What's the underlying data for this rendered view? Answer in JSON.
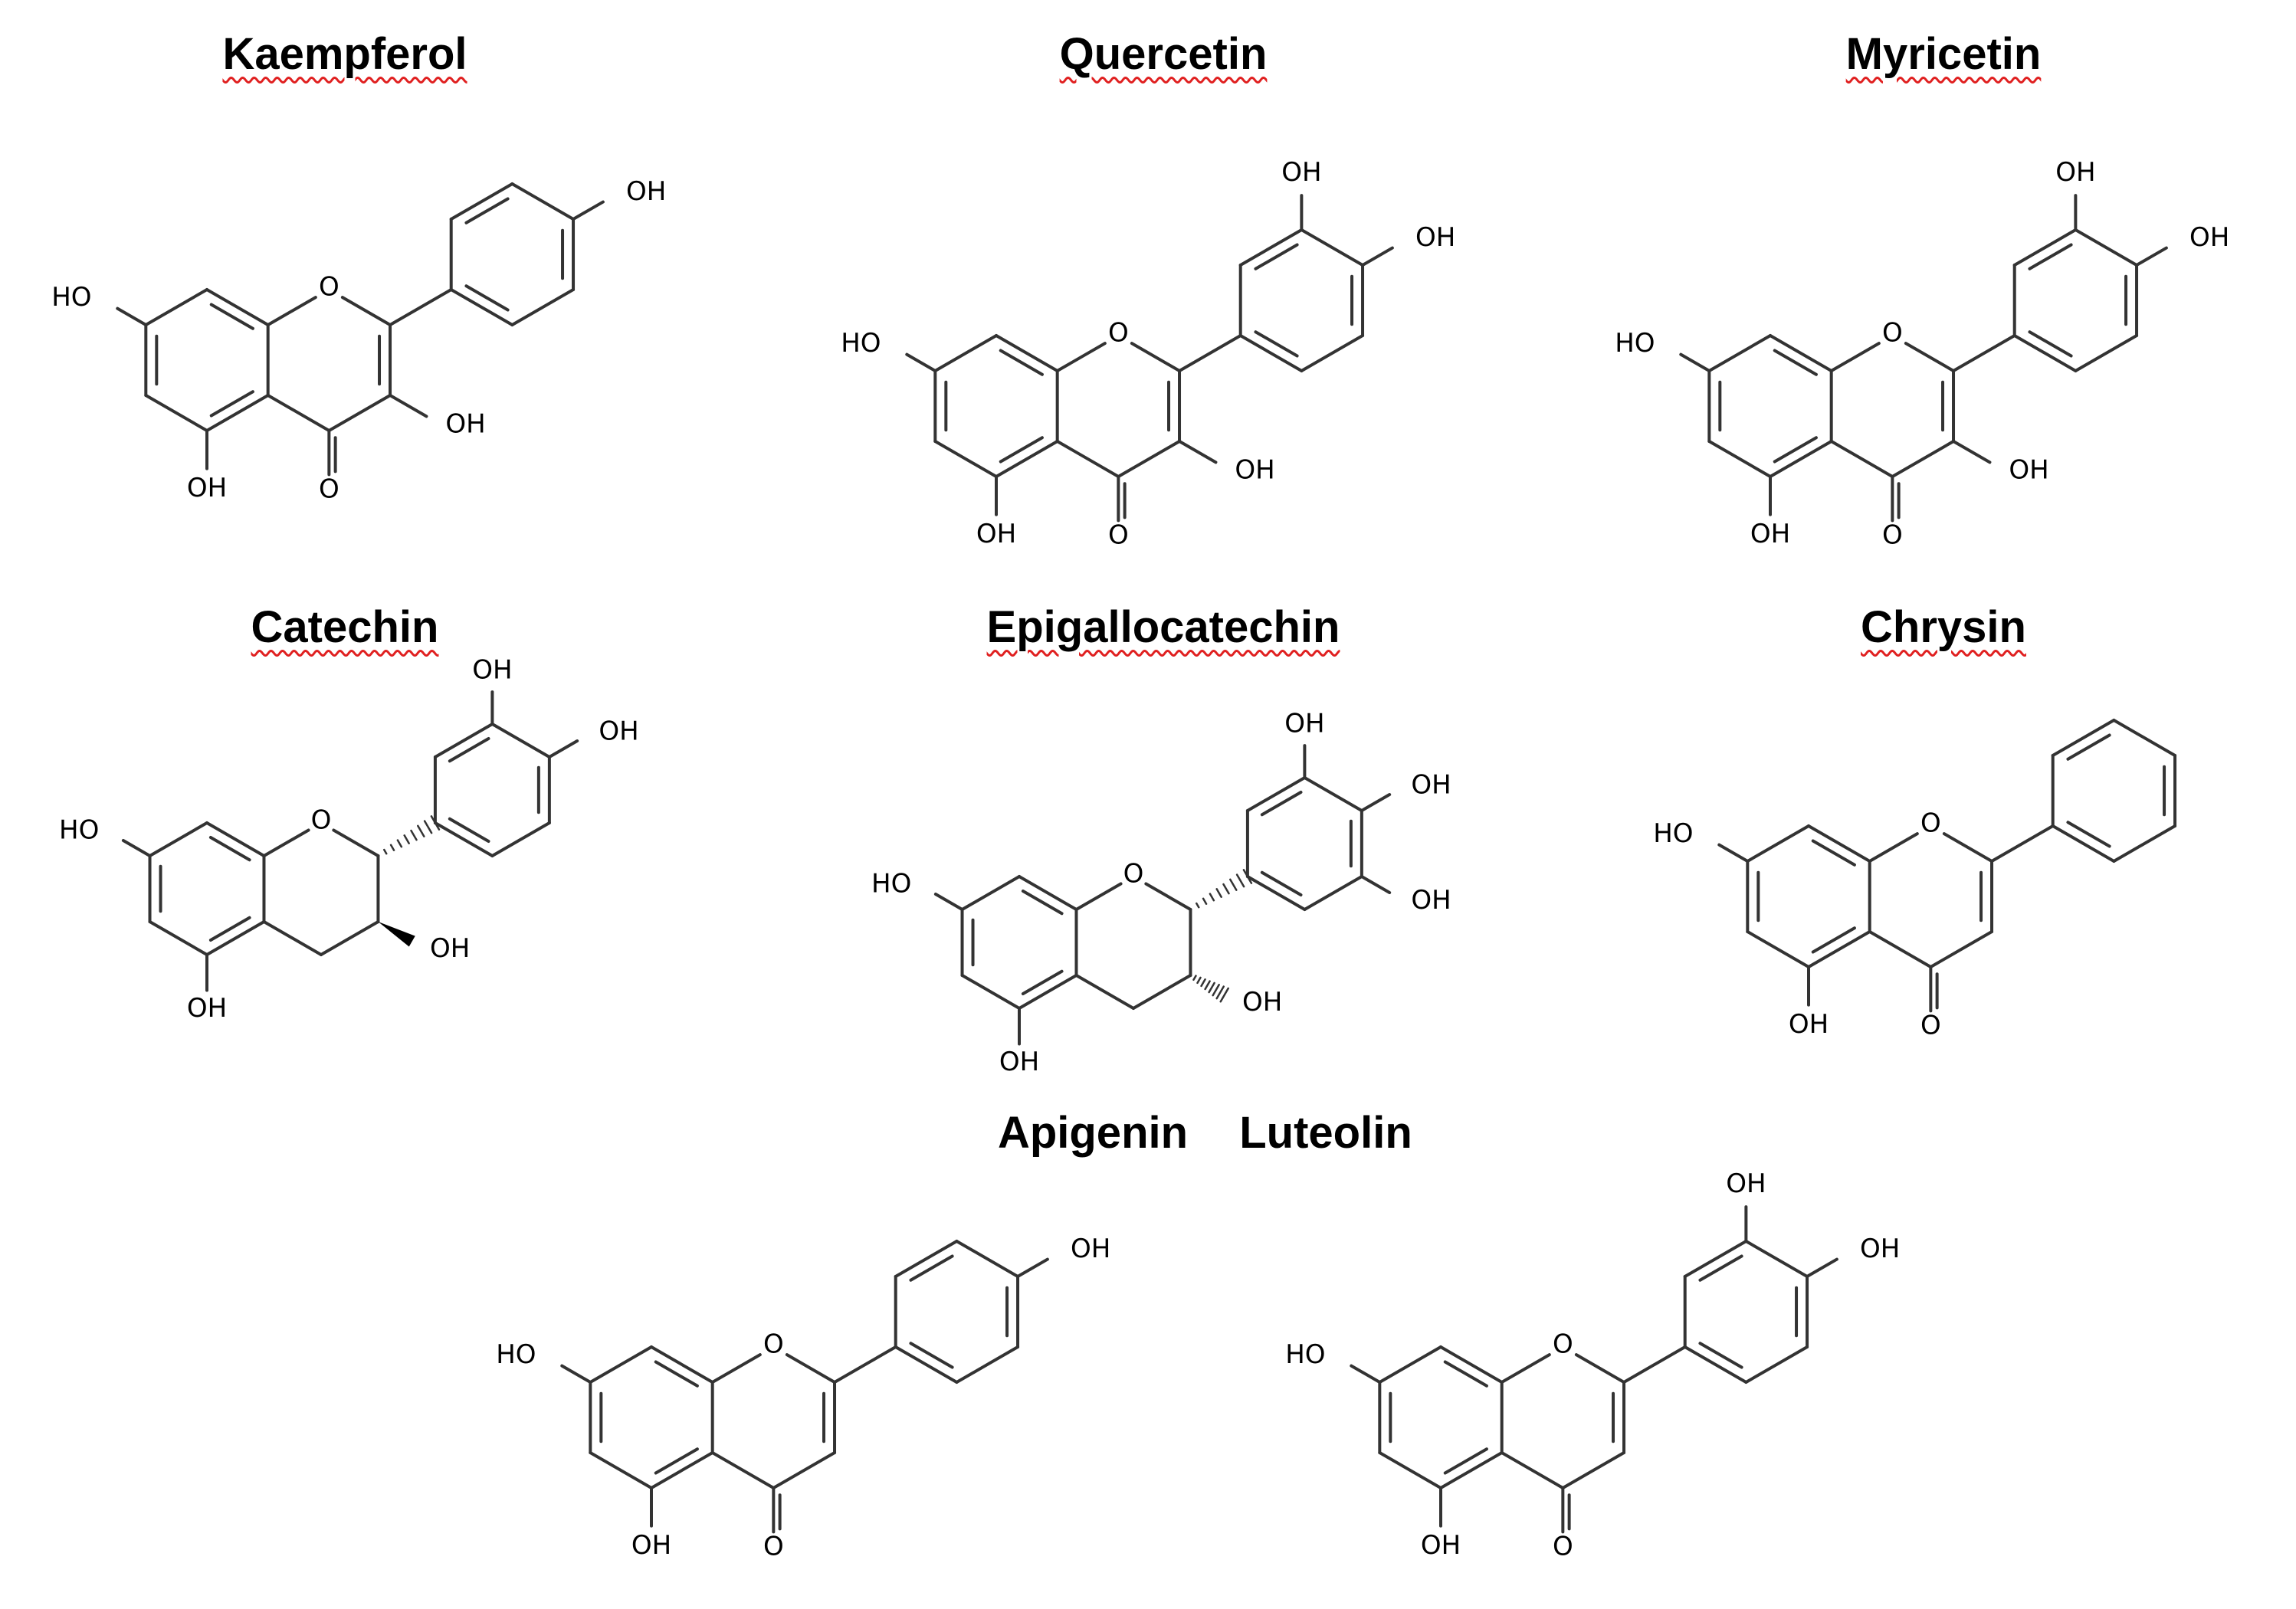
{
  "compounds": [
    {
      "name": "Kaempferol",
      "underline": true
    },
    {
      "name": "Quercetin",
      "underline": true
    },
    {
      "name": "Myricetin",
      "underline": true
    },
    {
      "name": "Catechin",
      "underline": true
    },
    {
      "name": "Epigallocatechin",
      "underline": true
    },
    {
      "name": "Chrysin",
      "underline": true
    },
    {
      "name": "Apigenin",
      "underline": false
    },
    {
      "name": "Luteolin",
      "underline": false
    }
  ],
  "atom_labels": {
    "oh": "OH",
    "ho": "HO",
    "o": "O"
  },
  "colors": {
    "text": "#000000",
    "bond": "#333333",
    "spellcheck_underline": "#e02020"
  }
}
